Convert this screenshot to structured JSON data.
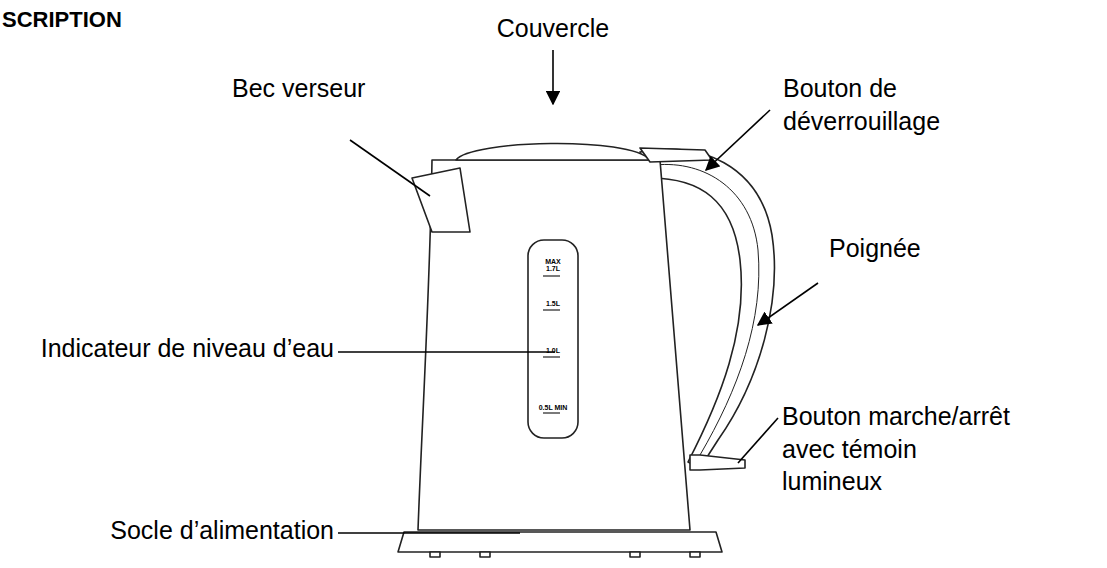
{
  "diagram": {
    "title": "SCRIPTION",
    "labels": [
      "Couvercle",
      "Bec verseur",
      "Bouton de déverrouillage",
      "Poignée",
      "Indicateur de niveau d’eau",
      "Bouton marche/arrêt avec témoin lumineux",
      "Socle d’alimentation",
      "MAX 1.7L",
      "1.5L",
      "1.0L",
      "0.5L MIN"
    ]
  }
}
